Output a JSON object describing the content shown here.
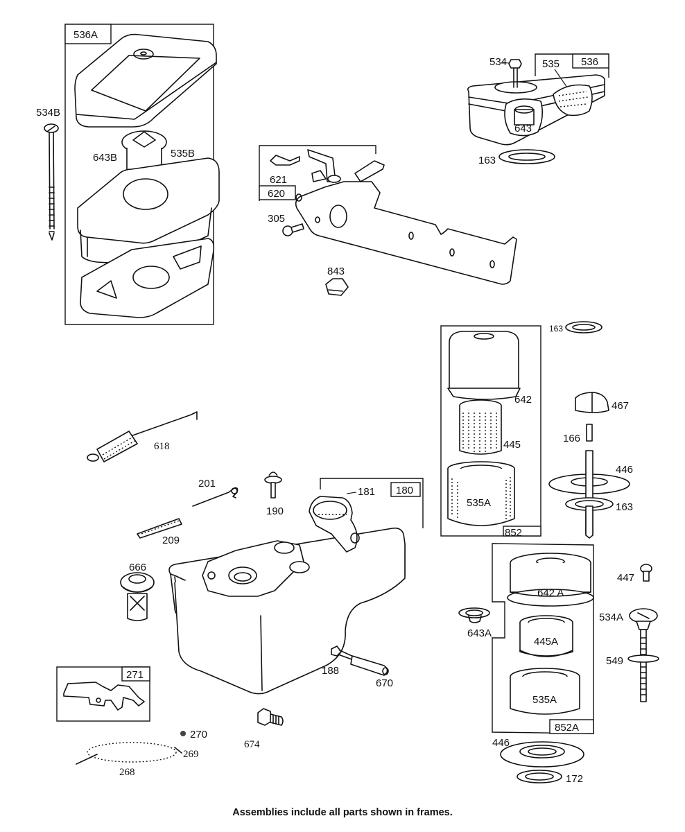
{
  "diagram": {
    "type": "exploded-parts-diagram",
    "caption": "Assemblies include all parts shown in frames.",
    "frames": [
      {
        "id": "536A",
        "label": "536A"
      },
      {
        "id": "536",
        "label": "536"
      },
      {
        "id": "620",
        "label": "620"
      },
      {
        "id": "852",
        "label": "852"
      },
      {
        "id": "852A",
        "label": "852A"
      },
      {
        "id": "180",
        "label": "180"
      },
      {
        "id": "271",
        "label": "271"
      }
    ],
    "parts": {
      "p534B": "534B",
      "p643B": "643B",
      "p535B": "535B",
      "p534": "534",
      "p535": "535",
      "p643": "643",
      "p163a": "163",
      "p621": "621",
      "p305": "305",
      "p843": "843",
      "p163b": "163",
      "p642": "642",
      "p445": "445",
      "p535A": "535A",
      "p467": "467",
      "p166": "166",
      "p446a": "446",
      "p163c": "163",
      "p618": "618",
      "p201": "201",
      "p190": "190",
      "p181": "181",
      "p209": "209",
      "p666": "666",
      "p642A": "642 A",
      "p447": "447",
      "p643A": "643A",
      "p534A": "534A",
      "p445A": "445A",
      "p549": "549",
      "p535A2": "535A",
      "p188": "188",
      "p670": "670",
      "p270": "270",
      "p674": "674",
      "p269": "269",
      "p268": "268",
      "p446b": "446",
      "p172": "172"
    }
  }
}
